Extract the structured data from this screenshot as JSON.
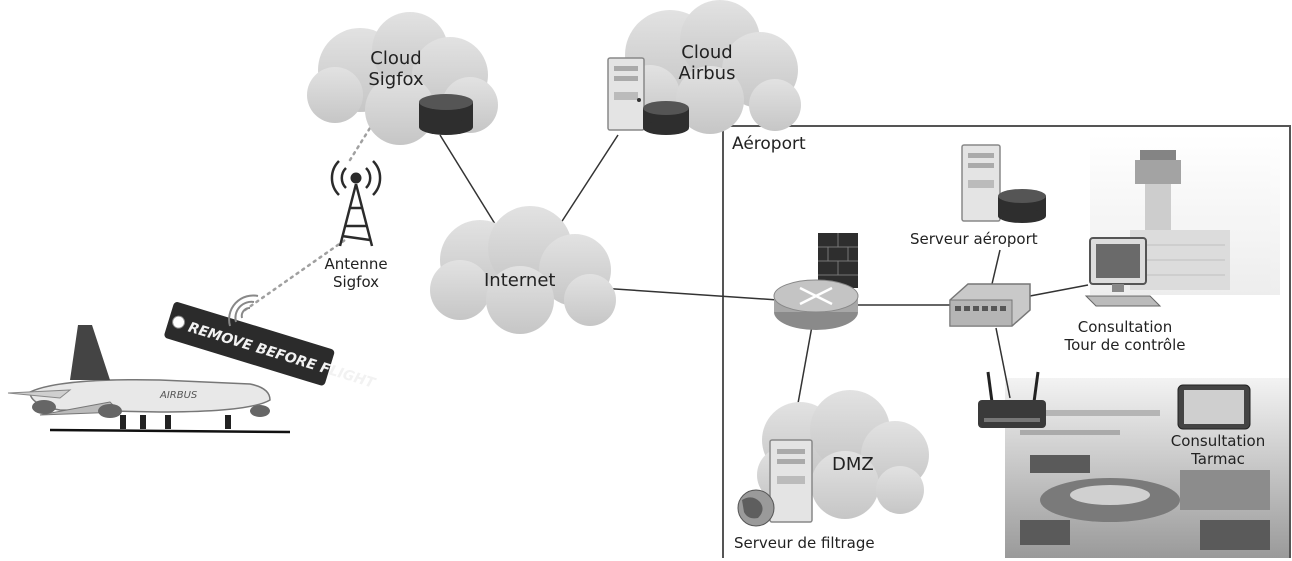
{
  "nodes": {
    "cloud_sigfox": [
      "Cloud",
      "Sigfox"
    ],
    "cloud_airbus": [
      "Cloud",
      "Airbus"
    ],
    "internet": "Internet",
    "antenna": [
      "Antenne",
      "Sigfox"
    ],
    "airport_zone": "Aéroport",
    "server_airport": "Serveur aéroport",
    "consult_tower": [
      "Consultation",
      "Tour de contrôle"
    ],
    "consult_tarmac": [
      "Consultation",
      "Tarmac"
    ],
    "dmz": "DMZ",
    "filter_server": "Serveur de filtrage",
    "tag_text": "REMOVE BEFORE FLIGHT",
    "plane_livery": "AIRBUS"
  },
  "edges": [
    {
      "from": "cloud_sigfox",
      "to": "internet"
    },
    {
      "from": "cloud_airbus",
      "to": "internet"
    },
    {
      "from": "internet",
      "to": "router"
    },
    {
      "from": "router",
      "to": "switch"
    },
    {
      "from": "router",
      "to": "filter_server"
    },
    {
      "from": "switch",
      "to": "server_airport"
    },
    {
      "from": "switch",
      "to": "consult_tower"
    },
    {
      "from": "switch",
      "to": "wifi_ap"
    },
    {
      "from": "antenna",
      "to": "cloud_sigfox",
      "style": "dotted"
    },
    {
      "from": "tag",
      "to": "antenna",
      "style": "dotted"
    }
  ],
  "colors": {
    "cloud": "#d4d4d4",
    "line": "#333333",
    "dotted": "#a0a0a0",
    "frame": "#555555",
    "dark": "#2b2b2b"
  }
}
